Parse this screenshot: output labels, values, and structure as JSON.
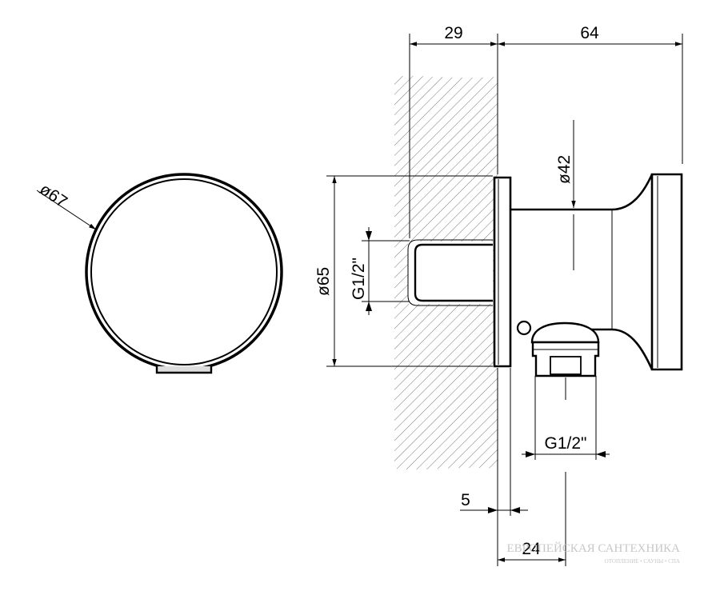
{
  "dimensions": {
    "wall_thickness": "29",
    "projection": "64",
    "body_diameter": "ø42",
    "front_diameter": "ø67",
    "flange_diameter": "ø65",
    "inlet_thread": "G1/2\"",
    "outlet_thread": "G1/2\"",
    "flange_thickness": "5",
    "outlet_offset": "24"
  },
  "watermark": {
    "main": "ЕВРОПЕЙСКАЯ САНТЕХНИКА",
    "sub": "ОТОПЛЕНИЕ • САУНЫ • СПА"
  },
  "colors": {
    "line": "#000000",
    "hatch": "#555555",
    "watermark": "#c8c8c8"
  }
}
